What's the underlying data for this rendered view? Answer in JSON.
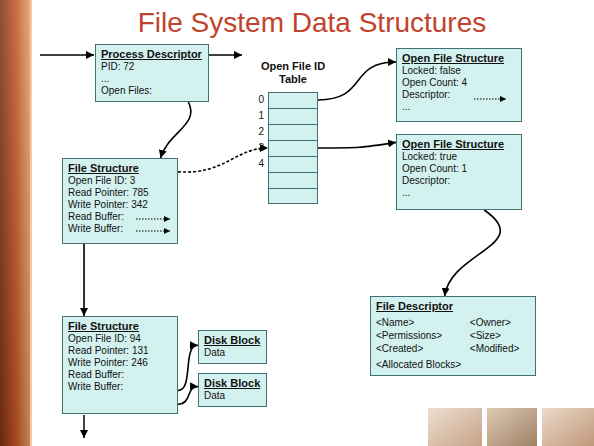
{
  "diagram": {
    "title": "File System Data Structures",
    "nodes": [
      {
        "text": [
          "Process Descriptor",
          "PID: 72",
          "...",
          "Open Files:"
        ]
      },
      {
        "text": [
          "Open File ID Table"
        ]
      },
      {
        "text": [
          "Open File Structure",
          "Locked: false",
          "Open Count: 4",
          "Descriptor:",
          "..."
        ]
      },
      {
        "text": [
          "Open File Structure",
          "Locked: true",
          "Open Count: 1",
          "Descriptor:",
          "..."
        ]
      },
      {
        "text": [
          "File Structure",
          "Open File ID: 3",
          "Read Pointer: 785",
          "Write Pointer: 342",
          "Read Buffer:",
          "Write Buffer:"
        ]
      },
      {
        "text": [
          "File Structure",
          "Open File ID: 94",
          "Read Pointer: 131",
          "Write Pointer: 246",
          "Read Buffer:",
          "Write Buffer:"
        ]
      },
      {
        "text": [
          "Disk Block",
          "Data"
        ]
      },
      {
        "text": [
          "Disk Block",
          "Data"
        ]
      },
      {
        "text": [
          "File Descriptor",
          "<Name>",
          "<Owner>",
          "<Permissions>",
          "<Size>",
          "<Created>",
          "<Modified>",
          "<Allocated Blocks>"
        ]
      }
    ],
    "edges": [
      {
        "from": 0,
        "to": 4,
        "arrow": "to"
      },
      {
        "from": 4,
        "to": 5,
        "arrow": "to"
      },
      {
        "from": 4,
        "to": 1,
        "arrow": "to"
      },
      {
        "from": 1,
        "to": 2,
        "arrow": "to"
      },
      {
        "from": 1,
        "to": 3,
        "arrow": "to"
      },
      {
        "from": 3,
        "to": 8,
        "arrow": "to"
      },
      {
        "from": 5,
        "to": 6,
        "arrow": "to"
      },
      {
        "from": 5,
        "to": 7,
        "arrow": "to"
      }
    ],
    "labels": [
      "0",
      "1",
      "2",
      "3",
      "4"
    ]
  }
}
